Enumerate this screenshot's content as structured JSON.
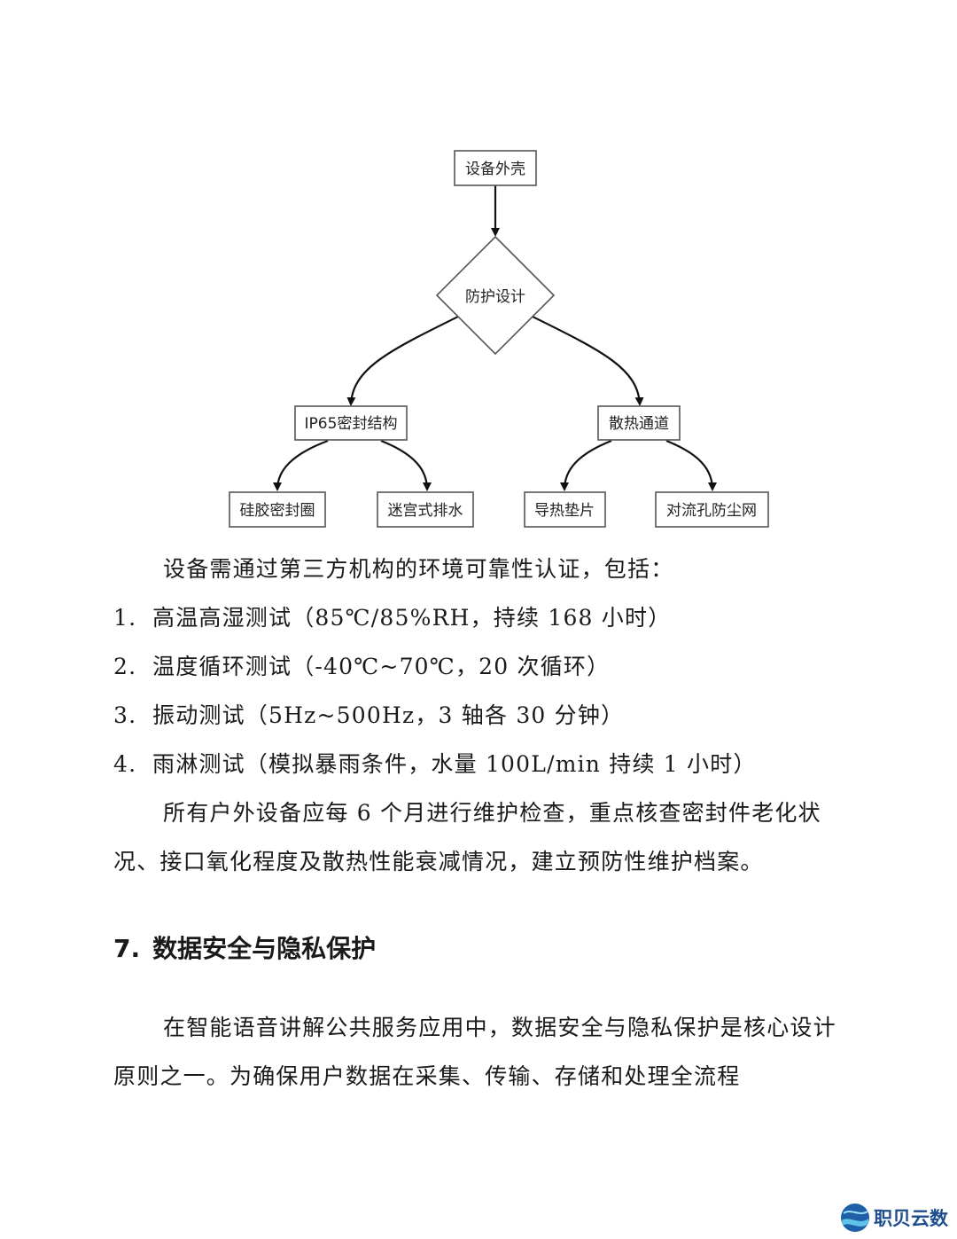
{
  "diagram": {
    "root": "设备外壳",
    "decision": "防护设计",
    "branches": [
      {
        "label": "IP65密封结构",
        "children": [
          "硅胶密封圈",
          "迷宫式排水"
        ]
      },
      {
        "label": "散热通道",
        "children": [
          "导热垫片",
          "对流孔防尘网"
        ]
      }
    ]
  },
  "intro": "设备需通过第三方机构的环境可靠性认证，包括：",
  "tests": [
    {
      "num": "1.",
      "text": "高温高湿测试（85℃/85%RH，持续 168 小时）"
    },
    {
      "num": "2.",
      "text": "温度循环测试（-40℃~70℃，20 次循环）"
    },
    {
      "num": "3.",
      "text": "振动测试（5Hz~500Hz，3 轴各 30 分钟）"
    },
    {
      "num": "4.",
      "text": "雨淋测试（模拟暴雨条件，水量 100L/min 持续 1 小时）"
    }
  ],
  "maintenance": "所有户外设备应每 6 个月进行维护检查，重点核查密封件老化状况、接口氧化程度及散热性能衰减情况，建立预防性维护档案。",
  "section": {
    "number": "7.",
    "title": "数据安全与隐私保护"
  },
  "section_body": "在智能语音讲解公共服务应用中，数据安全与隐私保护是核心设计原则之一。为确保用户数据在采集、传输、存储和处理全流程",
  "logo": {
    "text": "职贝云数"
  }
}
